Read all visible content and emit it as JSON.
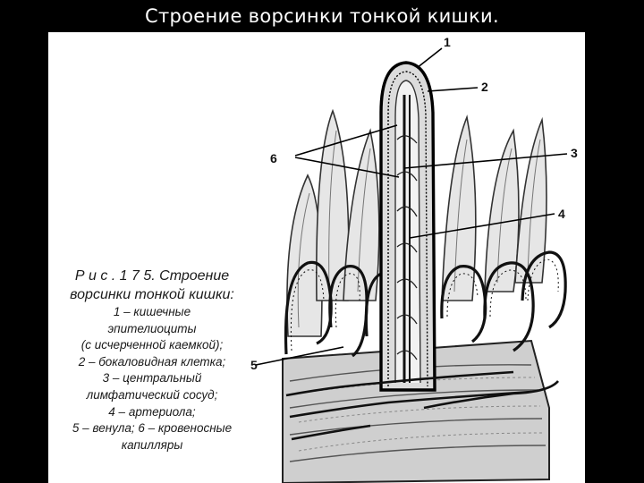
{
  "slide": {
    "title": "Строение ворсинки тонкой кишки."
  },
  "figure": {
    "caption": {
      "heading": "Р и с .  1 7 5.  Строение",
      "subheading": "ворсинки тонкой кишки:",
      "lines": [
        "1 – кишечные",
        "эпителиоциты",
        "(с исчерченной каемкой);",
        "2 – бокаловидная клетка;",
        "3 – центральный",
        "лимфатический сосуд;",
        "4 – артериола;",
        "5 – венула; 6 – кровеносные",
        "капилляры"
      ]
    },
    "labels": [
      "1",
      "2",
      "3",
      "4",
      "5",
      "6"
    ]
  }
}
